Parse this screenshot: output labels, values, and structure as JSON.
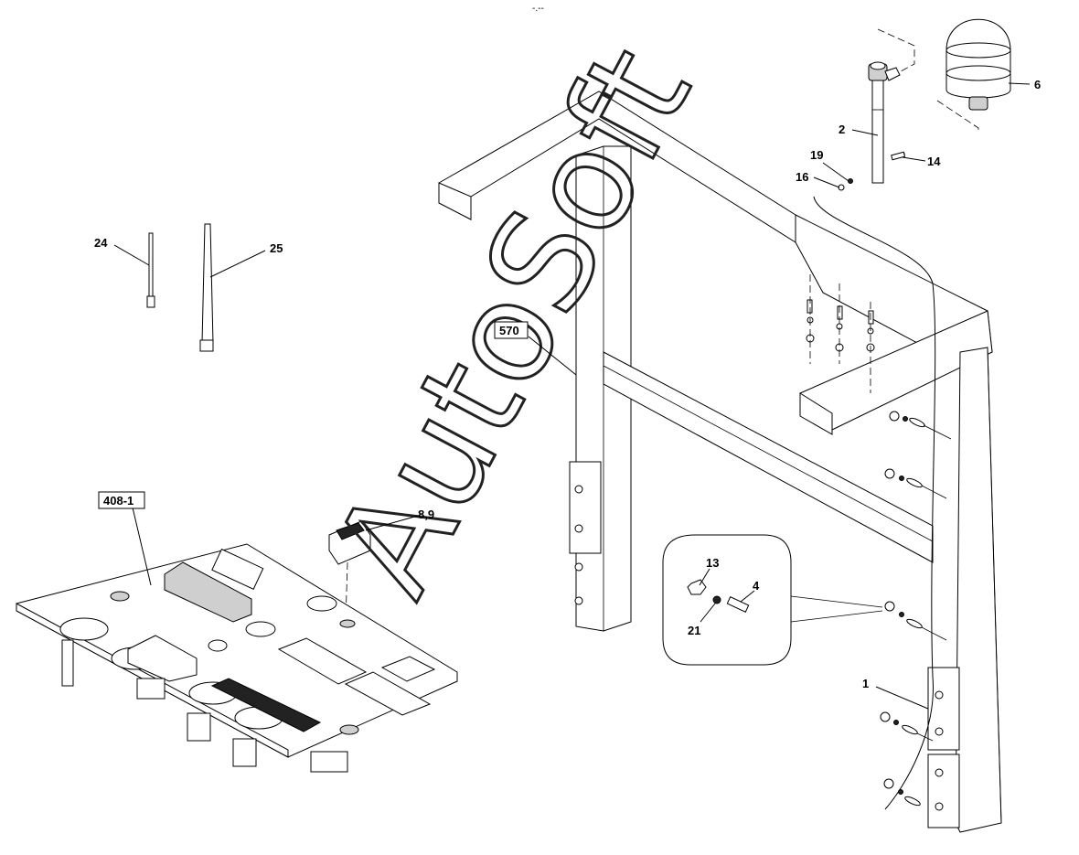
{
  "diagram": {
    "top_mark": "-.--",
    "watermark": "AutoSoft",
    "callouts": {
      "c1": "1",
      "c2": "2",
      "c4": "4",
      "c6": "6",
      "c8_9": "8,9",
      "c13": "13",
      "c14": "14",
      "c16": "16",
      "c19": "19",
      "c21": "21",
      "c24": "24",
      "c25": "25"
    },
    "boxed_refs": {
      "ref570": "570",
      "ref408": "408-1"
    }
  }
}
